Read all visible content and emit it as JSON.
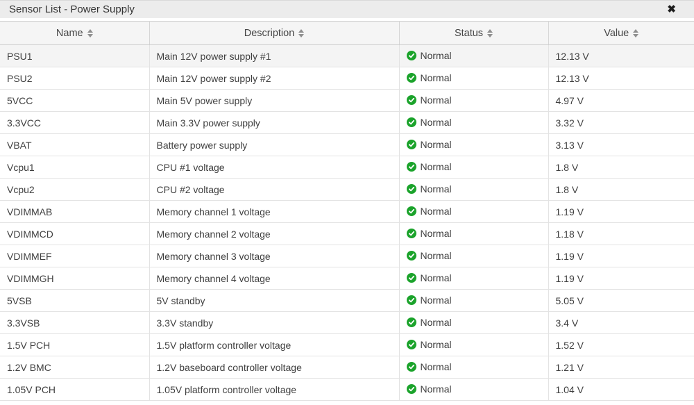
{
  "panel": {
    "title": "Sensor List - Power Supply",
    "close_icon": "✖"
  },
  "table": {
    "columns": [
      {
        "label": "Name",
        "sortable": true
      },
      {
        "label": "Description",
        "sortable": true
      },
      {
        "label": "Status",
        "sortable": true
      },
      {
        "label": "Value",
        "sortable": true
      }
    ],
    "highlighted_row_index": 0,
    "rows": [
      {
        "name": "PSU1",
        "description": "Main 12V power supply #1",
        "status": "Normal",
        "value": "12.13 V"
      },
      {
        "name": "PSU2",
        "description": "Main 12V power supply #2",
        "status": "Normal",
        "value": "12.13 V"
      },
      {
        "name": "5VCC",
        "description": "Main 5V power supply",
        "status": "Normal",
        "value": "4.97 V"
      },
      {
        "name": "3.3VCC",
        "description": "Main 3.3V power supply",
        "status": "Normal",
        "value": "3.32 V"
      },
      {
        "name": "VBAT",
        "description": "Battery power supply",
        "status": "Normal",
        "value": "3.13 V"
      },
      {
        "name": "Vcpu1",
        "description": "CPU #1 voltage",
        "status": "Normal",
        "value": "1.8 V"
      },
      {
        "name": "Vcpu2",
        "description": "CPU #2 voltage",
        "status": "Normal",
        "value": "1.8 V"
      },
      {
        "name": "VDIMMAB",
        "description": "Memory channel 1 voltage",
        "status": "Normal",
        "value": "1.19 V"
      },
      {
        "name": "VDIMMCD",
        "description": "Memory channel 2 voltage",
        "status": "Normal",
        "value": "1.18 V"
      },
      {
        "name": "VDIMMEF",
        "description": "Memory channel 3 voltage",
        "status": "Normal",
        "value": "1.19 V"
      },
      {
        "name": "VDIMMGH",
        "description": "Memory channel 4 voltage",
        "status": "Normal",
        "value": "1.19 V"
      },
      {
        "name": "5VSB",
        "description": "5V standby",
        "status": "Normal",
        "value": "5.05 V"
      },
      {
        "name": "3.3VSB",
        "description": "3.3V standby",
        "status": "Normal",
        "value": "3.4 V"
      },
      {
        "name": "1.5V PCH",
        "description": "1.5V platform controller voltage",
        "status": "Normal",
        "value": "1.52 V"
      },
      {
        "name": "1.2V BMC",
        "description": "1.2V baseboard controller voltage",
        "status": "Normal",
        "value": "1.21 V"
      },
      {
        "name": "1.05V PCH",
        "description": "1.05V platform controller voltage",
        "status": "Normal",
        "value": "1.04 V"
      }
    ]
  },
  "colors": {
    "status_ok_green": "#1ba32b",
    "titlebar_bg": "#ececec",
    "header_bg": "#f5f5f5",
    "row_highlight_bg": "#f4f4f4"
  }
}
